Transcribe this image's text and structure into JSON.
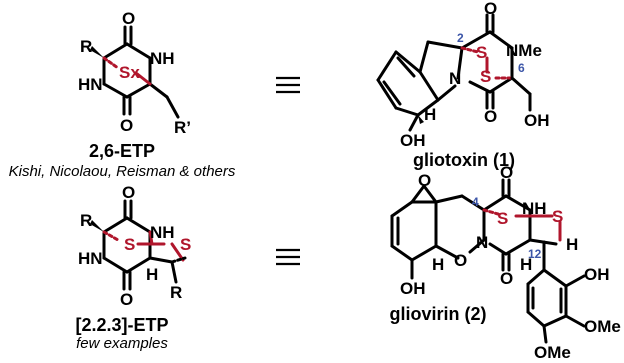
{
  "header": "",
  "scheme": {
    "top_left": {
      "name": "2,6-ETP",
      "credits": "Kishi, Nicolaou, Reisman & others",
      "atoms": {
        "r1": "R",
        "r2": "R’",
        "o1": "O",
        "o2": "O",
        "nh": "NH",
        "hn": "HN",
        "sx": "Sx"
      }
    },
    "top_right": {
      "name": "gliotoxin (1)",
      "atoms": {
        "o1": "O",
        "o2": "O",
        "nme": "NMe",
        "n": "N",
        "s1": "S",
        "s2": "S",
        "h": "H",
        "oh1": "OH",
        "oh2": "OH"
      },
      "locants": {
        "c2": "2",
        "c6": "6"
      }
    },
    "bottom_left": {
      "name": "[2.2.3]-ETP",
      "note": "few examples",
      "atoms": {
        "r1": "R",
        "r2": "R",
        "o1": "O",
        "o2": "O",
        "nh": "NH",
        "hn": "HN",
        "s1": "S",
        "s2": "S",
        "h": "H"
      }
    },
    "bottom_right": {
      "name": "gliovirin (2)",
      "atoms": {
        "o_ep": "O",
        "o1": "O",
        "o2": "O",
        "o3": "O",
        "nh": "NH",
        "n": "N",
        "s1": "S",
        "s2": "S",
        "h1": "H",
        "h2": "H",
        "oh1": "OH",
        "oh2": "OH",
        "ome1": "OMe",
        "ome2": "OMe"
      },
      "locants": {
        "c4": "4",
        "c12": "12"
      }
    }
  },
  "colors": {
    "sulfur": "#b0162c",
    "locant": "#3c56a8",
    "ink": "#000000"
  }
}
